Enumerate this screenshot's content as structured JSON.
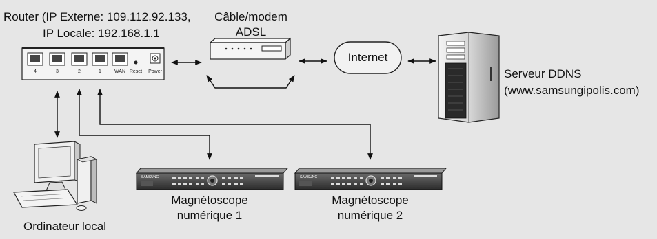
{
  "router": {
    "title_line1": "Router (IP Externe: 109.112.92.133,",
    "title_line2": "IP Locale: 192.168.1.1",
    "ports": [
      "4",
      "3",
      "2",
      "1",
      "WAN"
    ],
    "reset_label": "Reset",
    "power_label": "Power"
  },
  "modem": {
    "line1": "Câble/modem",
    "line2": "ADSL"
  },
  "internet": {
    "label": "Internet"
  },
  "server": {
    "line1": "Serveur DDNS",
    "line2": "(www.samsungipolis.com)"
  },
  "computer": {
    "label": "Ordinateur local"
  },
  "dvr1": {
    "line1": "Magnétoscope",
    "line2": "numérique 1",
    "brand": "SAMSUNG"
  },
  "dvr2": {
    "line1": "Magnétoscope",
    "line2": "numérique 2",
    "brand": "SAMSUNG"
  },
  "colors": {
    "background": "#e6e6e6",
    "line": "#111111"
  }
}
